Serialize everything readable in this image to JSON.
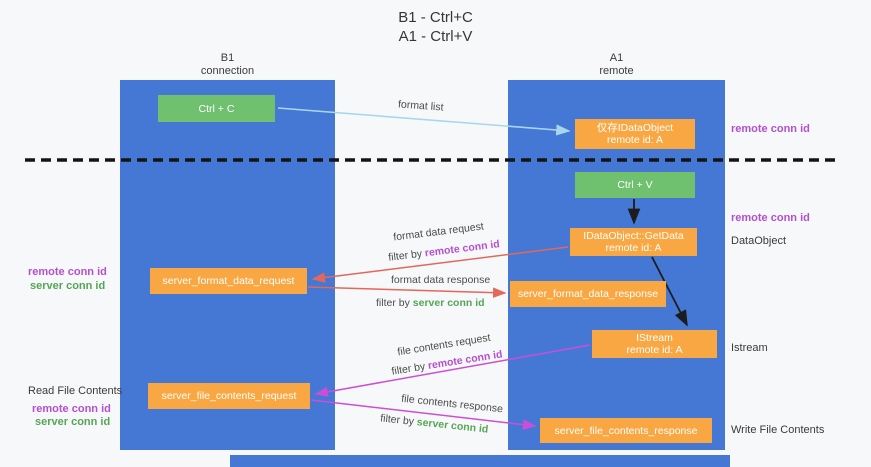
{
  "title": {
    "line1": "B1 - Ctrl+C",
    "line2": "A1 - Ctrl+V"
  },
  "lanes": {
    "left": {
      "name": "B1",
      "subtitle": "connection"
    },
    "right": {
      "name": "A1",
      "subtitle": "remote"
    }
  },
  "nodes": {
    "ctrl_c": "Ctrl + C",
    "ctrl_v": "Ctrl + V",
    "idataobject": {
      "line1": "仅存IDataObject",
      "line2": "remote id: A"
    },
    "getdata": {
      "line1": "IDataObject::GetData",
      "line2": "remote id: A"
    },
    "istream": {
      "line1": "IStream",
      "line2": "remote id: A"
    },
    "format_request": "server_format_data_request",
    "format_response": "server_format_data_response",
    "file_request": "server_file_contents_request",
    "file_response": "server_file_contents_response"
  },
  "arrow_labels": {
    "format_list": "format list",
    "format_data_request": "format data request",
    "format_data_response": "format data response",
    "file_contents_request": "file contents request",
    "file_contents_response": "file contents response",
    "filter_by": "filter by ",
    "remote_conn_id": "remote conn id",
    "server_conn_id": "server conn id"
  },
  "side_labels": {
    "remote_conn_id": "remote conn id",
    "server_conn_id": "server conn id",
    "dataobject": "DataObject",
    "istream": "Istream",
    "read_file_contents": "Read File Contents",
    "write_file_contents": "Write File Contents"
  },
  "colors": {
    "lane_blue": "#4577d4",
    "box_orange": "#f9a742",
    "box_green": "#6fc16f",
    "arrow_blue": "#a9d6ef",
    "arrow_red": "#e2685b",
    "arrow_magenta": "#cb4fd6",
    "arrow_black": "#1c1c1c",
    "label_purple": "#b44fd0",
    "label_green": "#56a556",
    "background": "#f7f8f9"
  }
}
